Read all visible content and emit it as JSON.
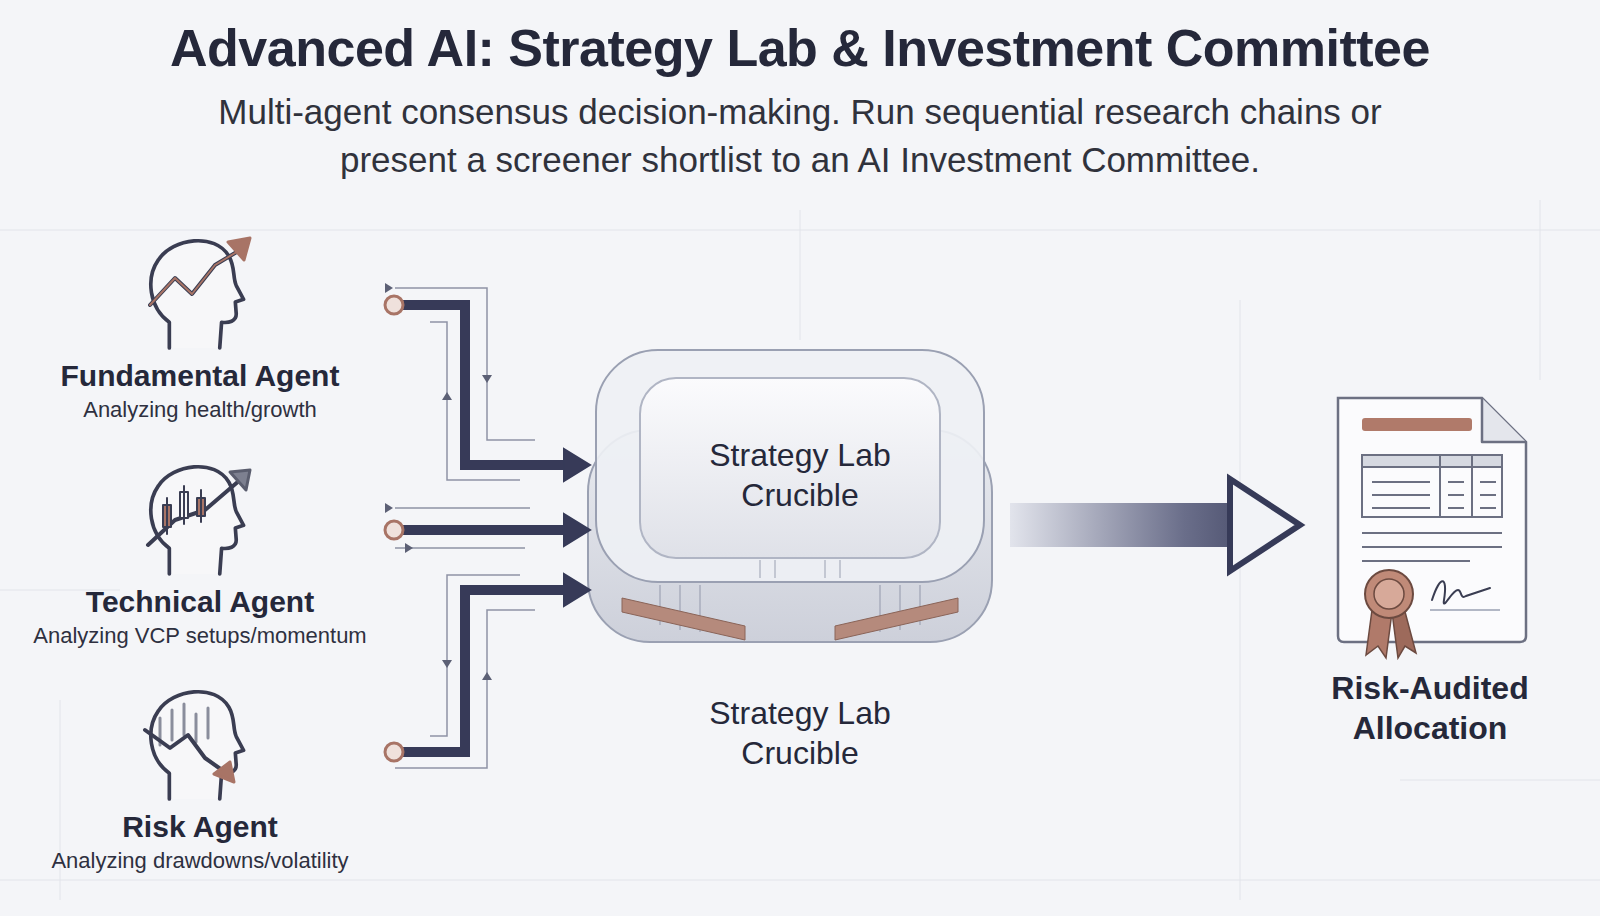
{
  "diagram": {
    "title": "Advanced AI: Strategy Lab & Investment Committee",
    "caption": "Multi-agent consensus decision-making. Run sequential research chains or present a screener shortlist to an AI Investment Committee.",
    "nodes": [
      {
        "text": [
          "Fundamental Agent",
          "Analyzing health/growth"
        ]
      },
      {
        "text": [
          "Technical Agent",
          "Analyzing VCP setups/momentum"
        ]
      },
      {
        "text": [
          "Risk Agent",
          "Analyzing drawdowns/volatility"
        ]
      },
      {
        "text": [
          "Strategy Lab Crucible",
          "Strategy Lab Crucible"
        ]
      },
      {
        "text": [
          "Risk-Audited Allocation"
        ]
      }
    ],
    "edges": [
      {
        "from": 0,
        "to": 3,
        "arrow": "to"
      },
      {
        "from": 1,
        "to": 3,
        "arrow": "to"
      },
      {
        "from": 2,
        "to": 3,
        "arrow": "to"
      },
      {
        "from": 3,
        "to": 4,
        "arrow": "to"
      }
    ]
  }
}
